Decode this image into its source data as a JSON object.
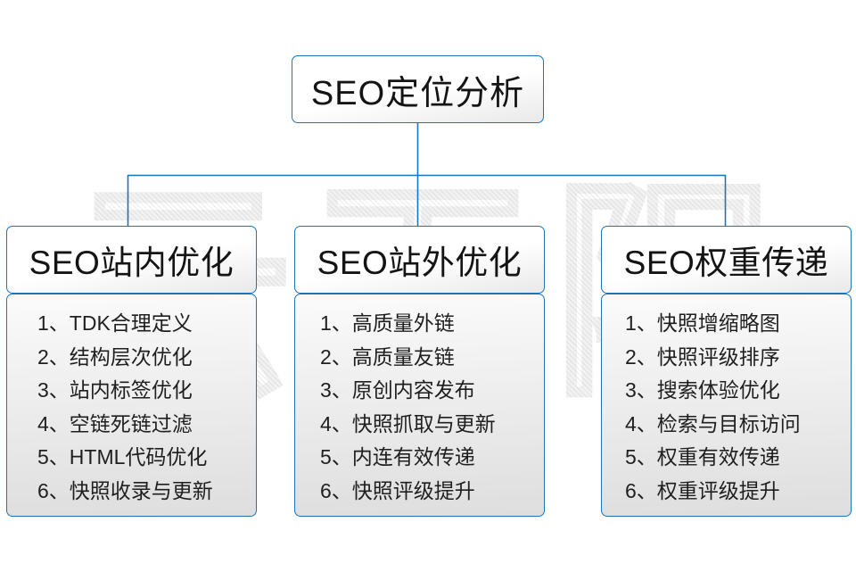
{
  "watermark": {
    "text": "云无限"
  },
  "theme": {
    "line_color": "#1b75bb",
    "border_color": "#1b75bb",
    "text_color": "#141414",
    "background": "#ffffff"
  },
  "root": {
    "label": "SEO定位分析"
  },
  "columns": [
    {
      "id": "seo-onsite",
      "title": "SEO站内优化",
      "items": [
        "1、TDK合理定义",
        "2、结构层次优化",
        "3、站内标签优化",
        "4、空链死链过滤",
        "5、HTML代码优化",
        "6、快照收录与更新"
      ]
    },
    {
      "id": "seo-offsite",
      "title": "SEO站外优化",
      "items": [
        "1、高质量外链",
        "2、高质量友链",
        "3、原创内容发布",
        "4、快照抓取与更新",
        "5、内连有效传递",
        "6、快照评级提升"
      ]
    },
    {
      "id": "seo-weight",
      "title": "SEO权重传递",
      "items": [
        "1、快照增缩略图",
        "2、快照评级排序",
        "3、搜索体验优化",
        "4、检索与目标访问",
        "5、权重有效传递",
        "6、权重评级提升"
      ]
    }
  ]
}
